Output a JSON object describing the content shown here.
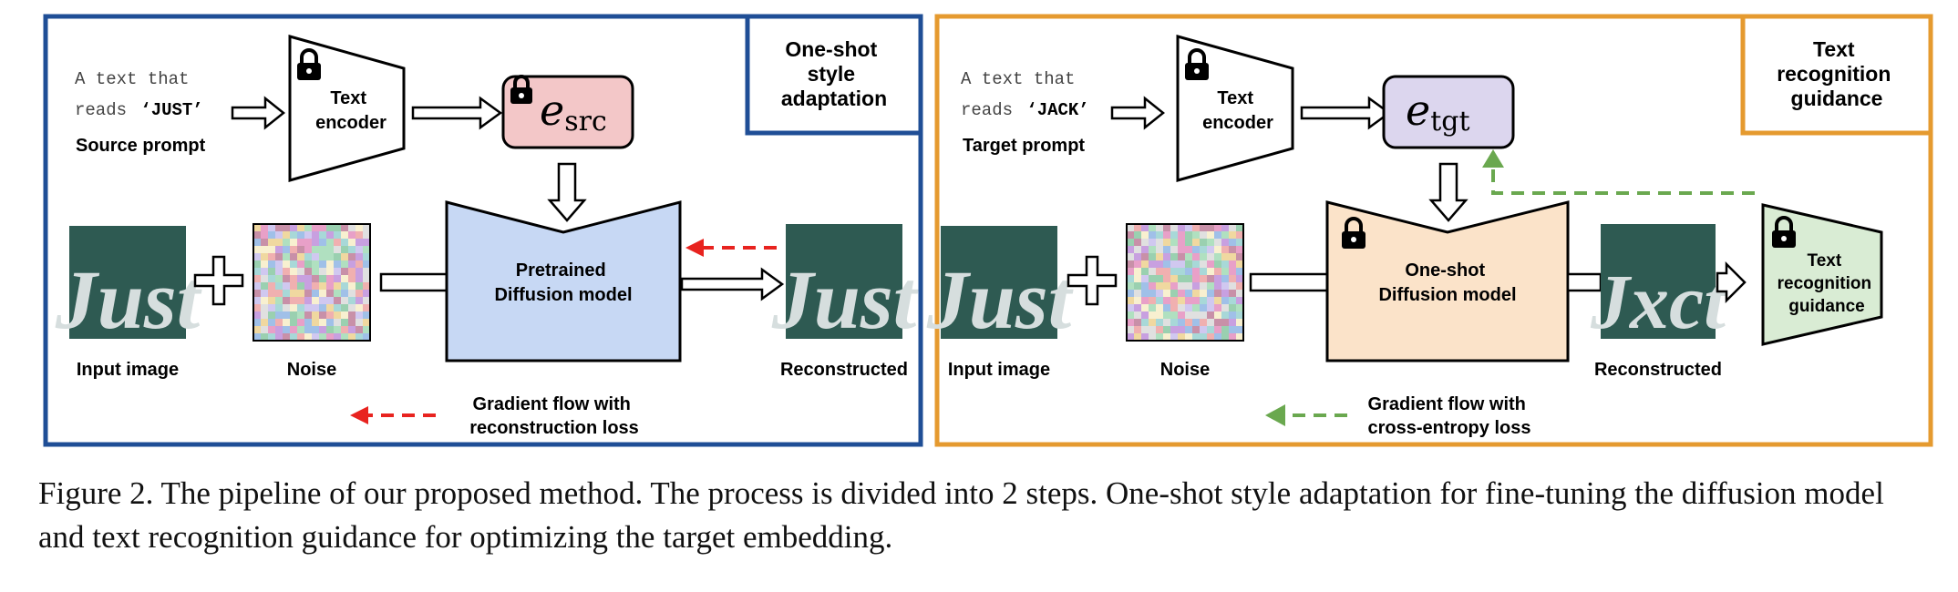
{
  "colors": {
    "left_panel_border": "#1f4e96",
    "right_panel_border": "#e59a2f",
    "src_embedding_fill": "#f3c7c8",
    "tgt_embedding_fill": "#dcd6ee",
    "pretrained_model_fill": "#c7d8f4",
    "oneshot_model_fill": "#fbe3c9",
    "recognizer_fill": "#d9ecd4",
    "red_arrow": "#e8231f",
    "green_arrow": "#6aa84f",
    "image_bg": "#2e5a52",
    "image_text": "#d6dede"
  },
  "left_panel": {
    "title_lines": [
      "One-shot",
      "style",
      "adaptation"
    ],
    "prompt_line1": "A text that",
    "prompt_reads": "reads",
    "prompt_word": "‘JUST’",
    "prompt_caption": "Source prompt",
    "encoder_lines": [
      "Text",
      "encoder"
    ],
    "embedding_base": "e",
    "embedding_sub": "src",
    "model_lines": [
      "Pretrained",
      "Diffusion model"
    ],
    "input_image_text": "Just",
    "input_label": "Input image",
    "noise_label": "Noise",
    "output_image_text": "Just",
    "output_label": "Reconstructed",
    "gradient_lines": [
      "Gradient flow with",
      "reconstruction loss"
    ]
  },
  "right_panel": {
    "title_lines": [
      "Text",
      "recognition",
      "guidance"
    ],
    "prompt_line1": "A text that",
    "prompt_reads": "reads",
    "prompt_word": "‘JACK’",
    "prompt_caption": "Target prompt",
    "encoder_lines": [
      "Text",
      "encoder"
    ],
    "embedding_base": "e",
    "embedding_sub": "tgt",
    "model_lines": [
      "One-shot",
      "Diffusion model"
    ],
    "input_image_text": "Just",
    "input_label": "Input image",
    "noise_label": "Noise",
    "output_image_text": "Jxct",
    "output_label": "Reconstructed",
    "recognizer_lines": [
      "Text",
      "recognition",
      "guidance"
    ],
    "gradient_lines": [
      "Gradient flow with",
      "cross-entropy loss"
    ]
  },
  "caption": "Figure 2. The pipeline of our proposed method. The process is divided into 2 steps. One-shot style adaptation for fine-tuning the diffusion model and text recognition guidance for optimizing the target embedding."
}
